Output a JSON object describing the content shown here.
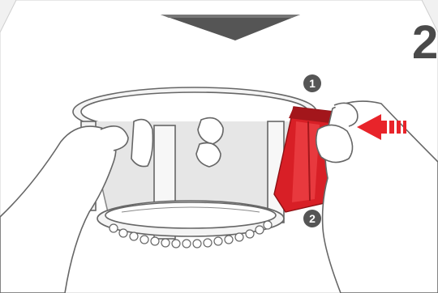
{
  "step": {
    "number": "2",
    "header_arrow_icon": "chevron-down-icon",
    "colors": {
      "background": "#ececec",
      "panel": "#ffffff",
      "outline": "#666666",
      "accent": "#e8242a"
    }
  },
  "callouts": [
    {
      "label": "1"
    },
    {
      "label": "2"
    }
  ],
  "push_arrow_icon": "push-left-arrow-icon"
}
